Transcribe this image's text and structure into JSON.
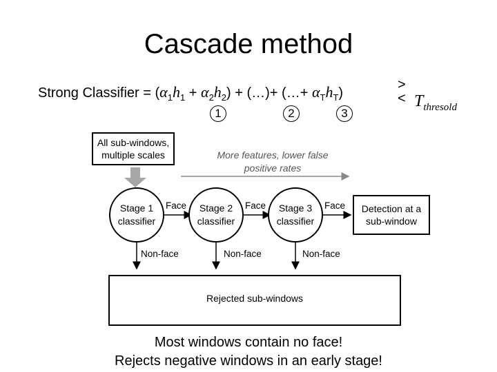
{
  "title": "Cascade method",
  "formula": {
    "prefix": "Strong Classifier = (",
    "alpha": "α",
    "h": "h",
    "sub1": "1",
    "sub2": "2",
    "subT": "T",
    "plus": " + ",
    "mid": ") + (…)+ (…+ ",
    "close": ")",
    "gt": ">",
    "lt": "<",
    "T": "T",
    "thresh_sub": "thresold",
    "markers": [
      "1",
      "2",
      "3"
    ]
  },
  "diagram": {
    "input_box": "All sub-windows, multiple scales",
    "more_features": "More features, lower false positive rates",
    "stages": [
      "Stage 1 classifier",
      "Stage 2 classifier",
      "Stage 3 classifier"
    ],
    "face_label": "Face",
    "nonface_label": "Non-face",
    "detection_box": "Detection at a sub-window",
    "rejected_box": "Rejected sub-windows"
  },
  "footer": {
    "line1": "Most windows contain no face!",
    "line2": "Rejects negative windows in an early stage!"
  },
  "colors": {
    "gray_arrow": "#a6a6a6",
    "feature_text": "#555555"
  }
}
